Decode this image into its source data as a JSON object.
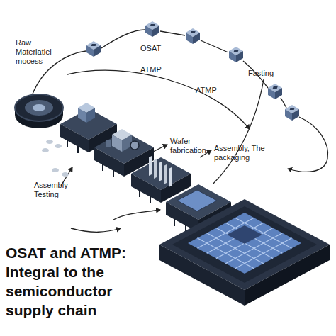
{
  "diagram": {
    "title": "OSAT and ATMP: Integral to the semiconductor supply chain",
    "labels": [
      "Raw Materiatiel mocess",
      "OSAT",
      "ATMP",
      "ATMP",
      "Fasting",
      "Wafer fabrication",
      "Assembly, The packaging",
      "Assembly Testing"
    ]
  }
}
